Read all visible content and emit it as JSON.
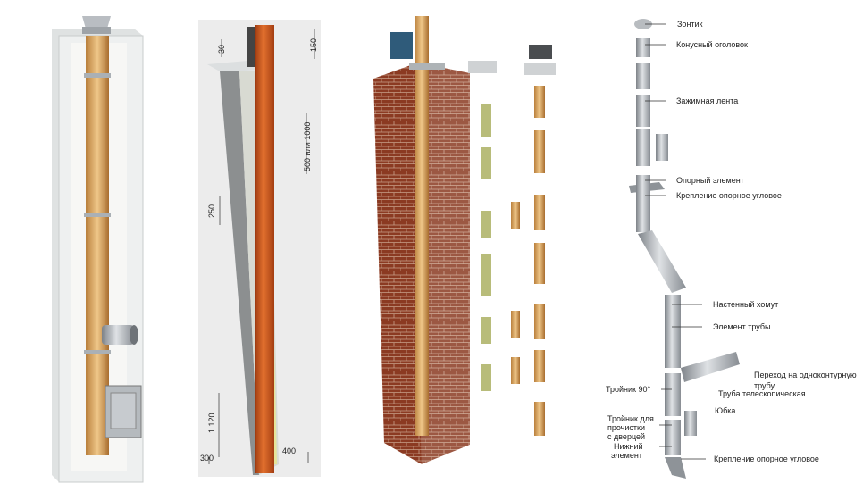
{
  "panels": {
    "insulated_chimney": {
      "title": "Insulated ceramic chimney block"
    },
    "dimensioned_chimney": {
      "dimensions": {
        "cap_offset": "30",
        "top_height": "150",
        "pipe_segment": "500 или 1000",
        "block_height": "250",
        "tee_height": "1 120",
        "base_height": "300",
        "bottom_pipe": "400"
      }
    },
    "brick_chimney": {
      "title": "Brick chimney with exploded components"
    },
    "steel_chimney": {
      "labels": {
        "umbrella": "Зонтик",
        "cone_head": "Конусный оголовок",
        "clamp_band": "Зажимная лента",
        "support_element": "Опорный элемент",
        "angle_support_top": "Крепление опорное угловое",
        "wall_clamp": "Настенный хомут",
        "pipe_element": "Элемент трубы",
        "transition_line1": "Переход на одноконтурную",
        "transition_line2": "трубу",
        "telescopic_pipe": "Труба телескопическая",
        "tee_90": "Тройник 90°",
        "skirt": "Юбка",
        "cleaning_tee_line1": "Тройник для",
        "cleaning_tee_line2": "прочистки",
        "cleaning_tee_line3": "с дверцей",
        "bottom_element_line1": "Нижний",
        "bottom_element_line2": "элемент",
        "angle_support_bottom": "Крепление опорное угловое"
      }
    }
  },
  "colors": {
    "ceramic": "#d9a25a",
    "orange_pipe": "#c8501a",
    "brick": "#8a3a22",
    "steel": "#a9adb2",
    "block": "#e8eaea",
    "bg_panel": "#ececec"
  }
}
